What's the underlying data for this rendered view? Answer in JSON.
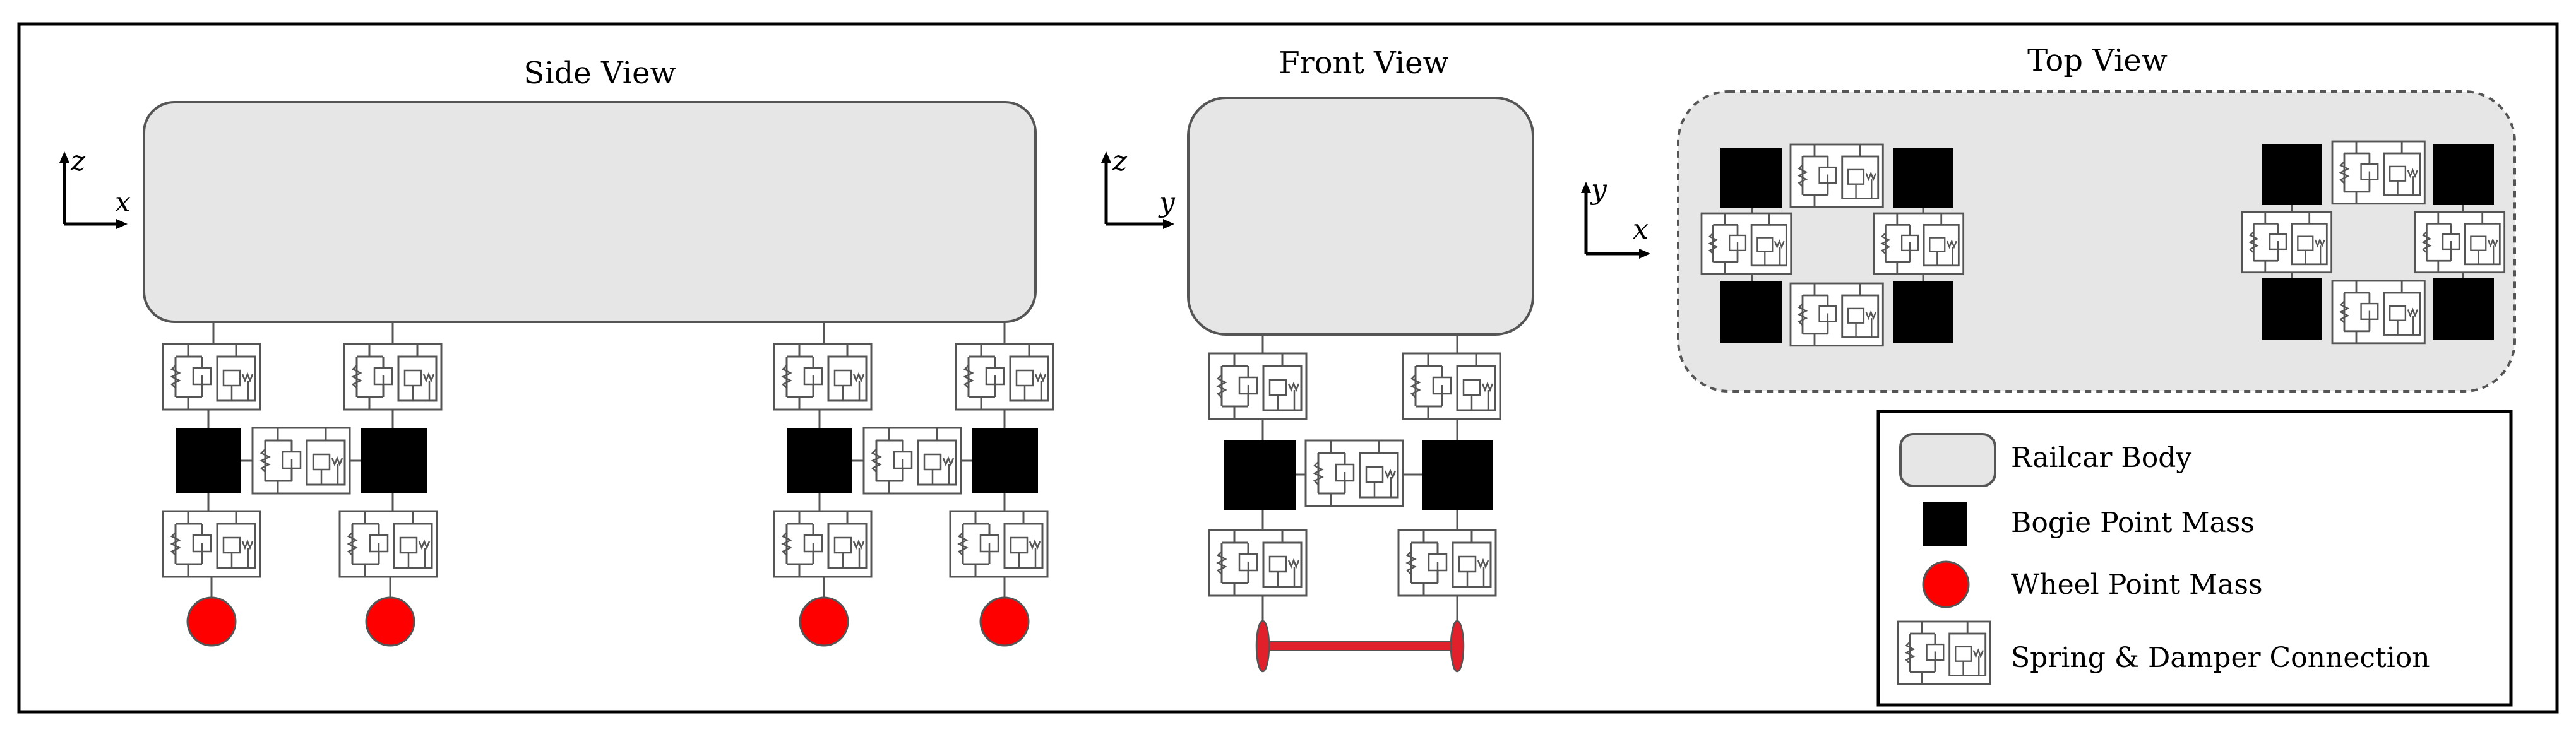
{
  "views": {
    "side": {
      "title": "Side View",
      "axis_h": "x",
      "axis_v": "z"
    },
    "front": {
      "title": "Front View",
      "axis_h": "y",
      "axis_v": "z"
    },
    "top": {
      "title": "Top View",
      "axis_h": "x",
      "axis_v": "y"
    }
  },
  "legend": {
    "railcar_body": "Railcar Body",
    "bogie_point_mass": "Bogie Point Mass",
    "wheel_point_mass": "Wheel Point Mass",
    "spring_damper": "Spring & Damper Connection"
  },
  "colors": {
    "body_fill": "#e6e6e6",
    "bogie_fill": "#000000",
    "wheel_fill": "#ff0000",
    "axle_fill": "#e0202a",
    "stroke": "#555555"
  }
}
